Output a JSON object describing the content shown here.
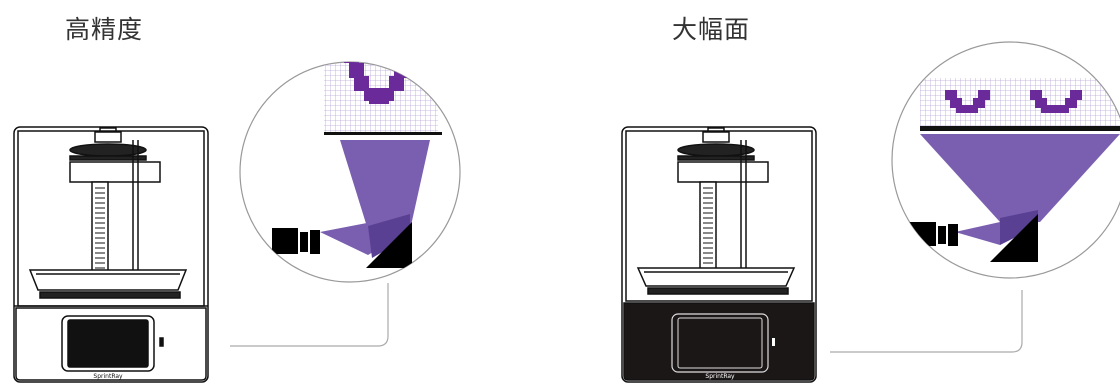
{
  "left_panel": {
    "title": "高精度",
    "brand": "SprintRay",
    "letters": "V",
    "pixel_color": "#6a2a9a",
    "beam_color": "#7a5fb0"
  },
  "right_panel": {
    "title": "大幅面",
    "brand": "SprintRay",
    "letters": "VV",
    "pixel_color": "#6a2a9a",
    "beam_color": "#7a5fb0"
  }
}
